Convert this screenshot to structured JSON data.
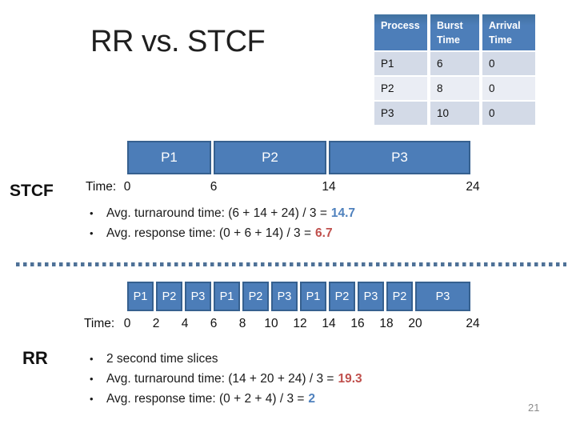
{
  "slide": {
    "title": "RR vs. STCF",
    "page_number": "21",
    "colors": {
      "bar_fill": "#4C7DB8",
      "bar_border": "#36608F",
      "table_header": "#4D7EB9",
      "row_dark": "#D3DAE7",
      "row_light": "#EAEDF4",
      "good_value_blue": "#4F81BD",
      "bad_value_red": "#C0504D",
      "divider_dot": "#4e7197"
    }
  },
  "process_table": {
    "headers": [
      "Process",
      "Burst Time",
      "Arrival Time"
    ],
    "rows": [
      [
        "P1",
        "6",
        "0"
      ],
      [
        "P2",
        "8",
        "0"
      ],
      [
        "P3",
        "10",
        "0"
      ]
    ]
  },
  "stcf": {
    "label": "STCF",
    "time_prefix": "Time:",
    "bars": [
      {
        "label": "P1",
        "start": 0,
        "duration": 6
      },
      {
        "label": "P2",
        "start": 6,
        "duration": 8
      },
      {
        "label": "P3",
        "start": 14,
        "duration": 10
      }
    ],
    "ticks": [
      0,
      6,
      14,
      24
    ],
    "bullets": [
      {
        "text": "Avg. turnaround time: (6 + 14 + 24) / 3 =",
        "value": "14.7",
        "value_color": "#4F81BD"
      },
      {
        "text": "Avg. response time: (0 + 6 + 14) / 3 =",
        "value": "6.7",
        "value_color": "#C0504D"
      }
    ]
  },
  "rr": {
    "label": "RR",
    "time_prefix": "Time:",
    "bars": [
      {
        "label": "P1",
        "start": 0,
        "duration": 2
      },
      {
        "label": "P2",
        "start": 2,
        "duration": 2
      },
      {
        "label": "P3",
        "start": 4,
        "duration": 2
      },
      {
        "label": "P1",
        "start": 6,
        "duration": 2
      },
      {
        "label": "P2",
        "start": 8,
        "duration": 2
      },
      {
        "label": "P3",
        "start": 10,
        "duration": 2
      },
      {
        "label": "P1",
        "start": 12,
        "duration": 2
      },
      {
        "label": "P2",
        "start": 14,
        "duration": 2
      },
      {
        "label": "P3",
        "start": 16,
        "duration": 2
      },
      {
        "label": "P2",
        "start": 18,
        "duration": 2
      },
      {
        "label": "P3",
        "start": 20,
        "duration": 4
      }
    ],
    "ticks": [
      0,
      2,
      4,
      6,
      8,
      10,
      12,
      14,
      16,
      18,
      20,
      24
    ],
    "bullets": [
      {
        "text": "2 second time slices"
      },
      {
        "text": "Avg. turnaround time: (14 + 20 + 24) / 3 =",
        "value": "19.3",
        "value_color": "#C0504D"
      },
      {
        "text": "Avg. response time: (0 + 2 + 4) / 3 =",
        "value": "2",
        "value_color": "#4F81BD"
      }
    ]
  },
  "chart_data": {
    "type": "bar",
    "title": "RR vs. STCF scheduling timelines",
    "series": [
      {
        "name": "STCF",
        "segments": [
          [
            "P1",
            0,
            6
          ],
          [
            "P2",
            6,
            14
          ],
          [
            "P3",
            14,
            24
          ]
        ]
      },
      {
        "name": "RR",
        "segments": [
          [
            "P1",
            0,
            2
          ],
          [
            "P2",
            2,
            4
          ],
          [
            "P3",
            4,
            6
          ],
          [
            "P1",
            6,
            8
          ],
          [
            "P2",
            8,
            10
          ],
          [
            "P3",
            10,
            12
          ],
          [
            "P1",
            12,
            14
          ],
          [
            "P2",
            14,
            16
          ],
          [
            "P3",
            16,
            18
          ],
          [
            "P2",
            18,
            20
          ],
          [
            "P3",
            20,
            24
          ]
        ]
      }
    ],
    "xlabel": "Time",
    "xlim": [
      0,
      24
    ]
  }
}
